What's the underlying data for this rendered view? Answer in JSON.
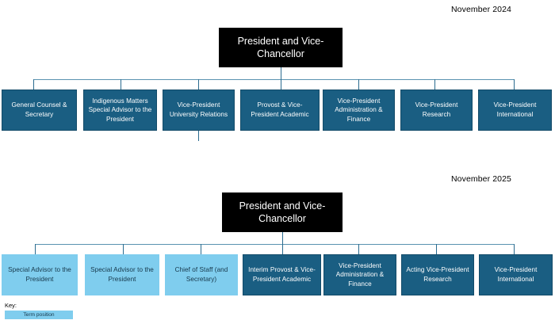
{
  "charts": [
    {
      "id": "org-chart-2024",
      "caption": "November 2024",
      "root": {
        "label": "President and Vice-Chancellor"
      },
      "nodes": [
        {
          "label": "General Counsel & Secretary",
          "type": "permanent"
        },
        {
          "label": "Indigenous Matters Special Advisor to the President",
          "type": "permanent"
        },
        {
          "label": "Vice-President University Relations",
          "type": "permanent"
        },
        {
          "label": "Provost & Vice-President Academic",
          "type": "permanent"
        },
        {
          "label": "Vice-President Administration & Finance",
          "type": "permanent"
        },
        {
          "label": "Vice-President Research",
          "type": "permanent"
        },
        {
          "label": "Vice-President International",
          "type": "permanent"
        }
      ]
    },
    {
      "id": "org-chart-2025",
      "caption": "November 2025",
      "root": {
        "label": "President and Vice-Chancellor"
      },
      "nodes": [
        {
          "label": "Special Advisor to the President",
          "type": "term"
        },
        {
          "label": "Special Advisor to the President",
          "type": "term"
        },
        {
          "label": "Chief of Staff (and Secretary)",
          "type": "term"
        },
        {
          "label": "Interim Provost & Vice-President Academic",
          "type": "permanent"
        },
        {
          "label": "Vice-President Administration & Finance",
          "type": "permanent"
        },
        {
          "label": "Acting Vice-President Research",
          "type": "permanent"
        },
        {
          "label": "Vice-President International",
          "type": "permanent"
        }
      ]
    }
  ],
  "key": {
    "title": "Key:",
    "swatch_label": "Term position"
  },
  "colors": {
    "root_fill": "#000000",
    "root_text": "#ffffff",
    "permanent_fill": "#1a5e82",
    "permanent_text": "#ffffff",
    "term_fill": "#7fcdee",
    "term_text": "#16374a",
    "connector": "#5a93b0",
    "background": "#ffffff"
  }
}
